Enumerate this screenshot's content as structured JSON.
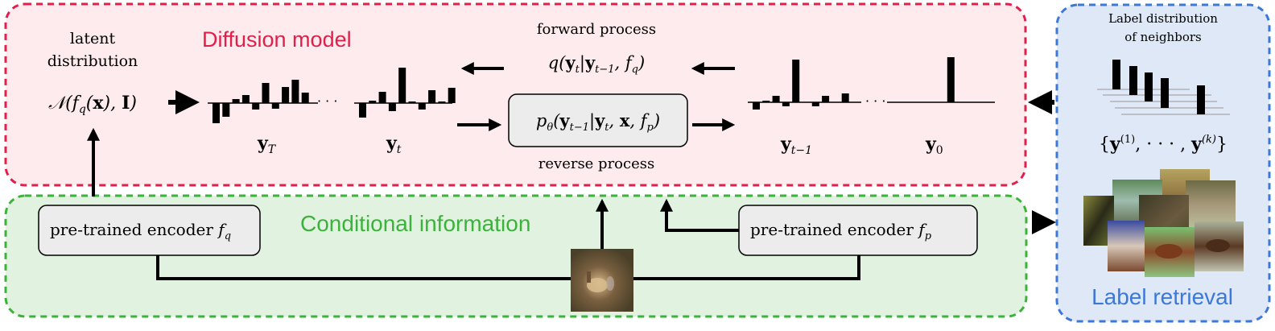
{
  "diffusion": {
    "title": "Diffusion model",
    "latent_label_line1": "latent",
    "latent_label_line2": "distribution",
    "latent_formula": "𝒩(f_q(x), I)",
    "forward_label": "forward process",
    "forward_formula": "q(y_t | y_{t−1}, f_q)",
    "reverse_formula": "p_θ(y_{t−1} | y_t, x, f_p)",
    "reverse_label": "reverse process",
    "ellipsis": "· · ·",
    "states": [
      {
        "label": "y",
        "sub": "T",
        "values": [
          -25,
          -17,
          5,
          10,
          -8,
          25,
          -7,
          20,
          29,
          13
        ]
      },
      {
        "label": "y",
        "sub": "t",
        "values": [
          -18,
          3,
          14,
          -10,
          44,
          2,
          -8,
          16,
          2,
          19
        ]
      },
      {
        "label": "y",
        "sub": "t−1",
        "values": [
          -9,
          2,
          8,
          -5,
          53,
          0,
          -5,
          8,
          0,
          11
        ]
      },
      {
        "label": "y",
        "sub": "0",
        "values": [
          0,
          0,
          0,
          0,
          0,
          0,
          56,
          0,
          0,
          0
        ]
      }
    ]
  },
  "conditional": {
    "title": "Conditional information",
    "encoder_q_text": "pre-trained encoder ",
    "encoder_q_sym": "f",
    "encoder_q_sub": "q",
    "encoder_p_text": "pre-trained encoder ",
    "encoder_p_sym": "f",
    "encoder_p_sub": "p",
    "input_image": "deer-image"
  },
  "retrieval": {
    "title": "Label retrieval",
    "dist_label_line1": "Label distribution",
    "dist_label_line2": "of neighbors",
    "set_formula": "{y(1), · · · , y(k)}",
    "neighbor_values": [
      37,
      36,
      36,
      37,
      36
    ],
    "neighbor_images": [
      "moose",
      "deer-antlers",
      "beige-field",
      "dark-forest",
      "deer-standing",
      "white-animal",
      "horse",
      "brown-deer"
    ]
  },
  "colors": {
    "diffusion_border": "#e0204a",
    "diffusion_fill": "#fdebee",
    "conditional_border": "#3bb33b",
    "conditional_fill": "#e2f2e0",
    "retrieval_border": "#3c78d8",
    "retrieval_fill": "#dfe8f7",
    "retrieval_title": "#3c78d8",
    "diffusion_title": "#e0204a",
    "conditional_title": "#3bb33b"
  }
}
